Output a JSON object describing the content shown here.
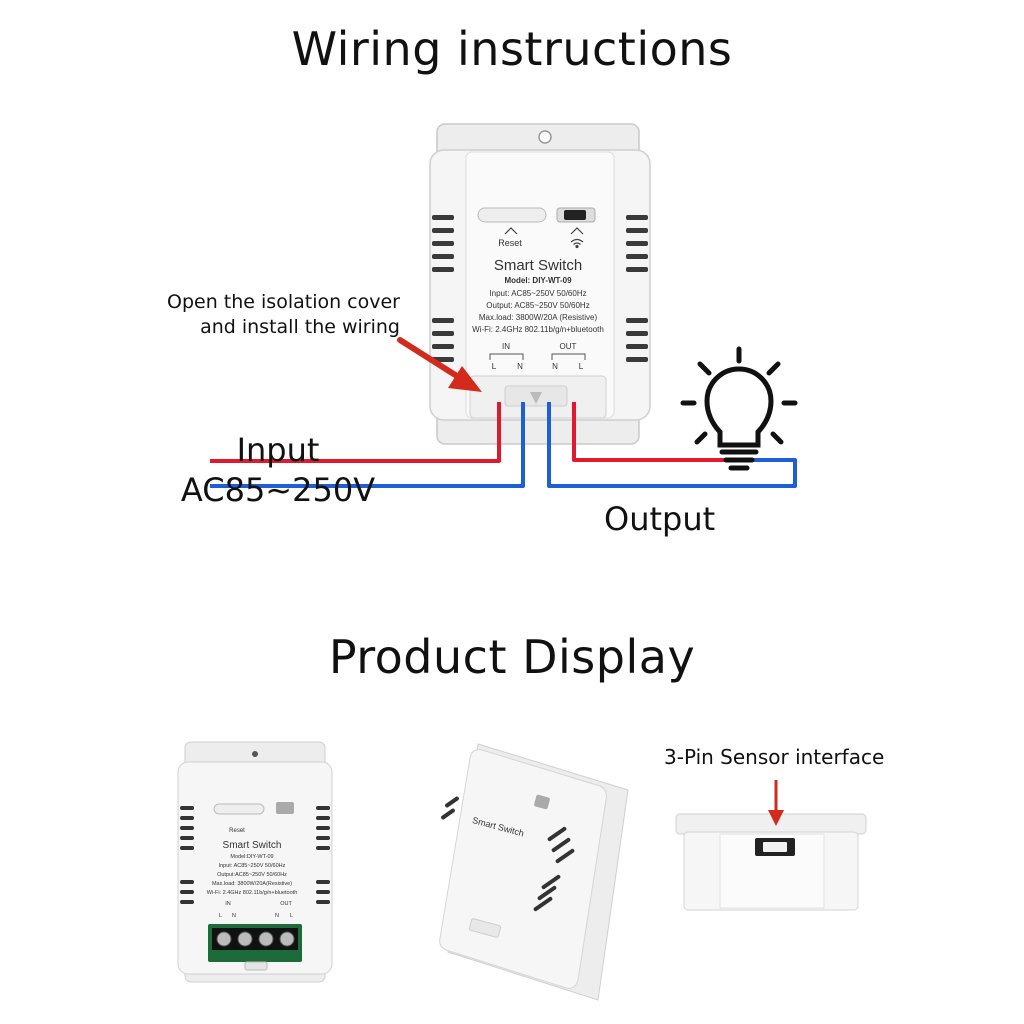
{
  "titles": {
    "wiring": "Wiring instructions",
    "product": "Product Display"
  },
  "labels": {
    "isolation_line1": "Open the isolation cover",
    "isolation_line2": "and install the wiring",
    "input_line1": "Input",
    "input_line2": "AC85~250V",
    "output": "Output",
    "sensor": "3-Pin Sensor interface"
  },
  "device": {
    "reset": "Reset",
    "name": "Smart Switch",
    "model": "Model: DIY-WT-09",
    "input": "Input: AC85~250V 50/60Hz",
    "output": "Output: AC85~250V 50/60Hz",
    "maxload": "Max.load: 3800W/20A (Resistive)",
    "wifi": "Wi-Fi: 2.4GHz 802.11b/g/n+bluetooth",
    "in": "IN",
    "out": "OUT",
    "l": "L",
    "n": "N"
  },
  "device_small": {
    "reset": "Reset",
    "name": "Smart Switch",
    "model": "Model:DIY-WT-09",
    "input": "Input: AC85~250V 50/60Hz",
    "output": "Output:AC85~250V 50/60Hz",
    "maxload": "Max.load: 3800W/20A(Resistive)",
    "wifi": "Wi-Fi: 2.4GHz 802.11b/g/n+bluetooth",
    "in": "IN",
    "out": "OUT",
    "l": "L",
    "n": "N"
  },
  "colors": {
    "live_wire": "#e0192f",
    "neutral_wire": "#1f5fd6",
    "arrow": "#d42a1c",
    "device_body": "#f4f4f4",
    "terminal_block": "#1e6b3a"
  }
}
